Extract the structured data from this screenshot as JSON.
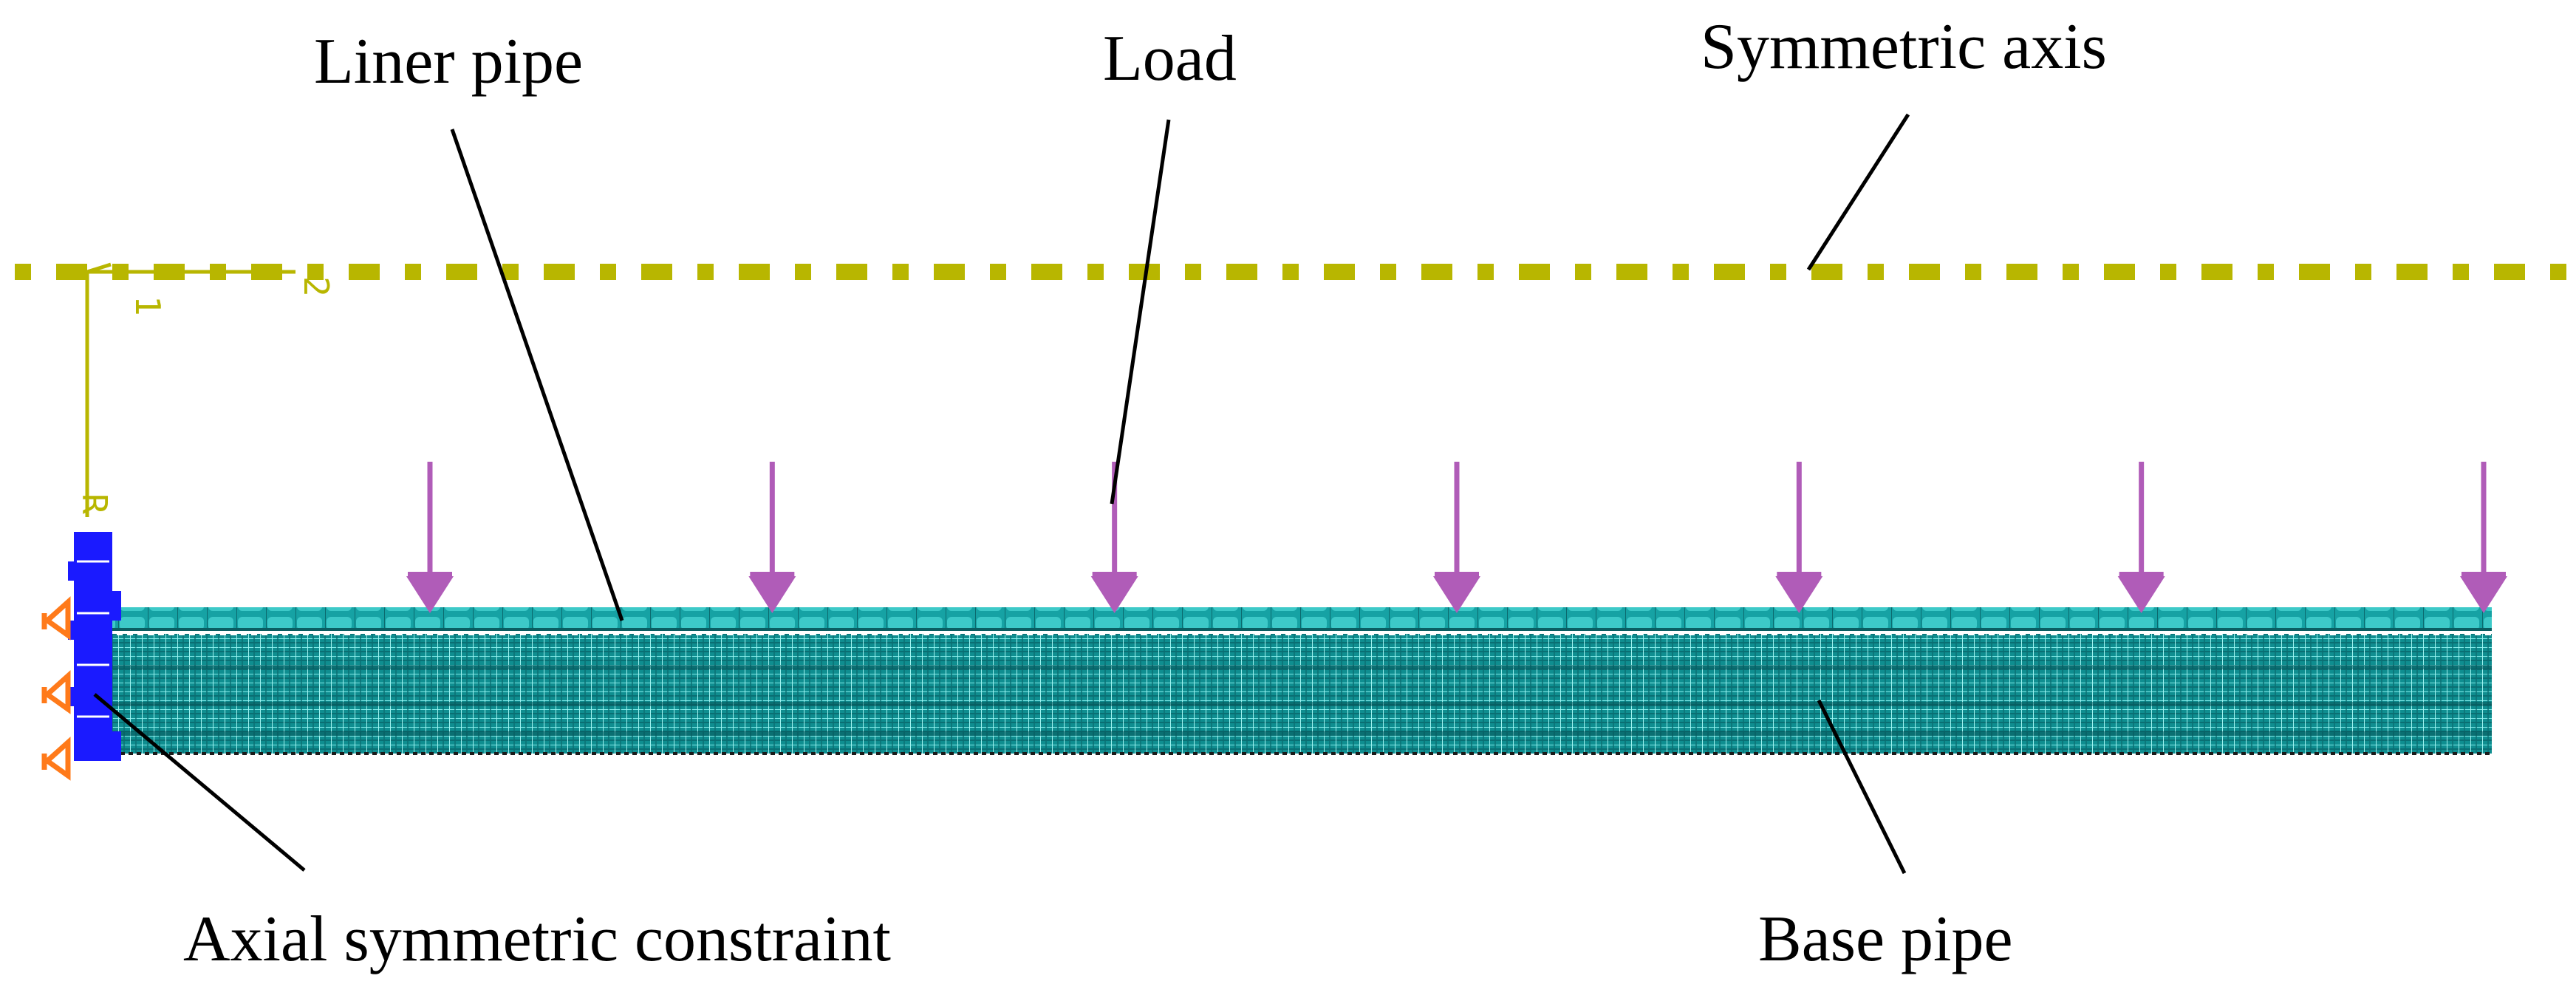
{
  "labels": {
    "liner_pipe": "Liner pipe",
    "load": "Load",
    "symmetric_axis": "Symmetric axis",
    "axial_constraint": "Axial symmetric constraint",
    "base_pipe": "Base pipe"
  },
  "triad": {
    "axis_1": "1",
    "axis_2": "2",
    "axis_3": "R"
  },
  "colors": {
    "axis": "#b8b600",
    "load_arrow": "#b05cb8",
    "mesh_fill": "#0f8e90",
    "mesh_line": "#7fe8e6",
    "mesh_dark": "#064f53",
    "constraint_blue": "#1a1aff",
    "constraint_orange": "#ff7a1a"
  },
  "load_arrow_count": 7
}
